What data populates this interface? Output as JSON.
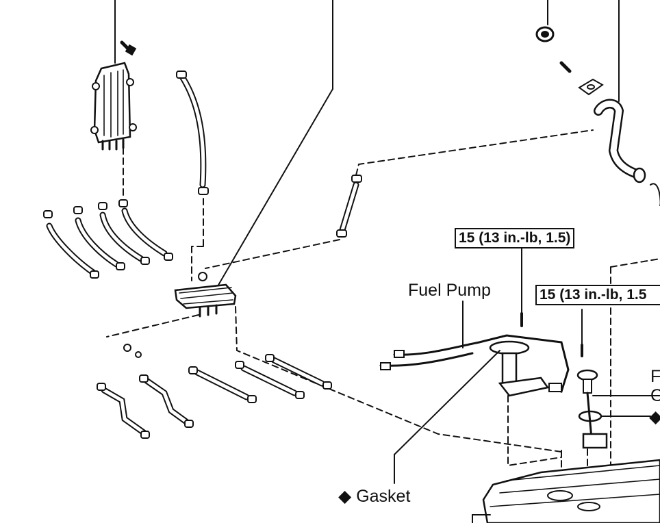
{
  "labels": {
    "fuel_pump": "Fuel Pump",
    "gasket": "Gasket",
    "torque_1": "15 (13 in.-lb, 1.5)",
    "torque_2": "15 (13 in.-lb, 1.5",
    "partial_letters": [
      "F",
      "G"
    ],
    "marker_symbol": "◆"
  },
  "colors": {
    "ink": "#111111",
    "paper": "#ffffff"
  }
}
